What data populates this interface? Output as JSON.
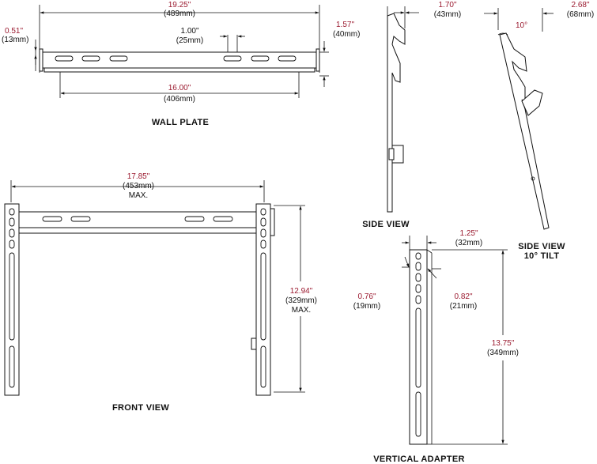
{
  "colors": {
    "imperial": "#9b1b30",
    "metric": "#111111",
    "line": "#111111"
  },
  "wall_plate": {
    "title": "WALL PLATE",
    "overall_width": {
      "in": "19.25\"",
      "mm": "(489mm)"
    },
    "slot_spacing": {
      "in": "1.00\"",
      "mm": "(25mm)"
    },
    "left_offset": {
      "in": "0.51\"",
      "mm": "(13mm)"
    },
    "height": {
      "in": "1.57\"",
      "mm": "(40mm)"
    },
    "center_span": {
      "in": "16.00\"",
      "mm": "(406mm)"
    }
  },
  "side_view": {
    "title": "SIDE VIEW",
    "depth": {
      "in": "1.70\"",
      "mm": "(43mm)"
    }
  },
  "side_view_tilt": {
    "title_line1": "SIDE VIEW",
    "title_line2": "10° TILT",
    "angle": "10°",
    "depth": {
      "in": "2.68\"",
      "mm": "(68mm)"
    }
  },
  "front_view": {
    "title": "FRONT VIEW",
    "width": {
      "in": "17.85\"",
      "mm": "(453mm)",
      "note": "MAX."
    },
    "height": {
      "in": "12.94\"",
      "mm": "(329mm)",
      "note": "MAX."
    }
  },
  "vertical_adapter": {
    "title": "VERTICAL ADAPTER",
    "width": {
      "in": "1.25\"",
      "mm": "(32mm)"
    },
    "left_offset": {
      "in": "0.76\"",
      "mm": "(19mm)"
    },
    "slot_offset": {
      "in": "0.82\"",
      "mm": "(21mm)"
    },
    "length": {
      "in": "13.75\"",
      "mm": "(349mm)"
    }
  }
}
